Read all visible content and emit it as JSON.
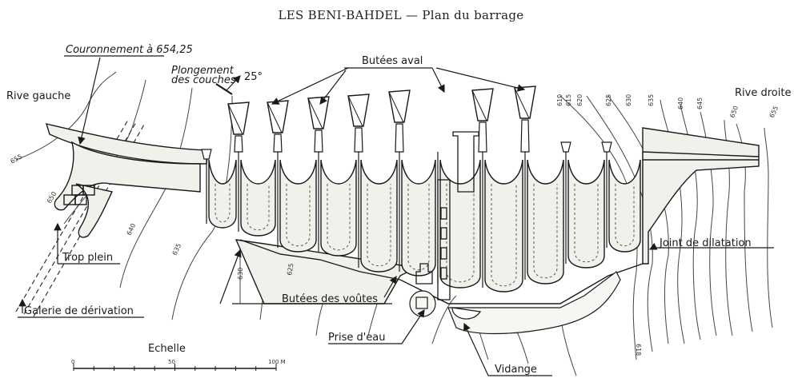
{
  "title": "LES BENI-BAHDEL — Plan du barrage",
  "labels": {
    "couronnement": "Couronnement à 654,25",
    "plongement_line1": "Plongement",
    "plongement_line2": "des couches",
    "angle": "25°",
    "rive_gauche": "Rive gauche",
    "rive_droite": "Rive droite",
    "butees_aval": "Butées aval",
    "joint": "Joint de dilatation",
    "trop_plein": "Trop plein",
    "galerie": "Galerie de dérivation",
    "butees_voutes": "Butées des voûtes",
    "prise": "Prise d'eau",
    "vidange": "Vidange"
  },
  "contours_left": [
    "655",
    "650",
    "640",
    "635",
    "630",
    "625"
  ],
  "contours_right": [
    "610",
    "615",
    "620",
    "625",
    "630",
    "635",
    "640",
    "645",
    "650",
    "655"
  ],
  "contour_bottom": "618",
  "scale": {
    "title": "Echelle",
    "ticks": [
      "0",
      "50",
      "100 M"
    ]
  },
  "colors": {
    "ink": "#1a1a1a",
    "fill": "#f1f1ec"
  }
}
